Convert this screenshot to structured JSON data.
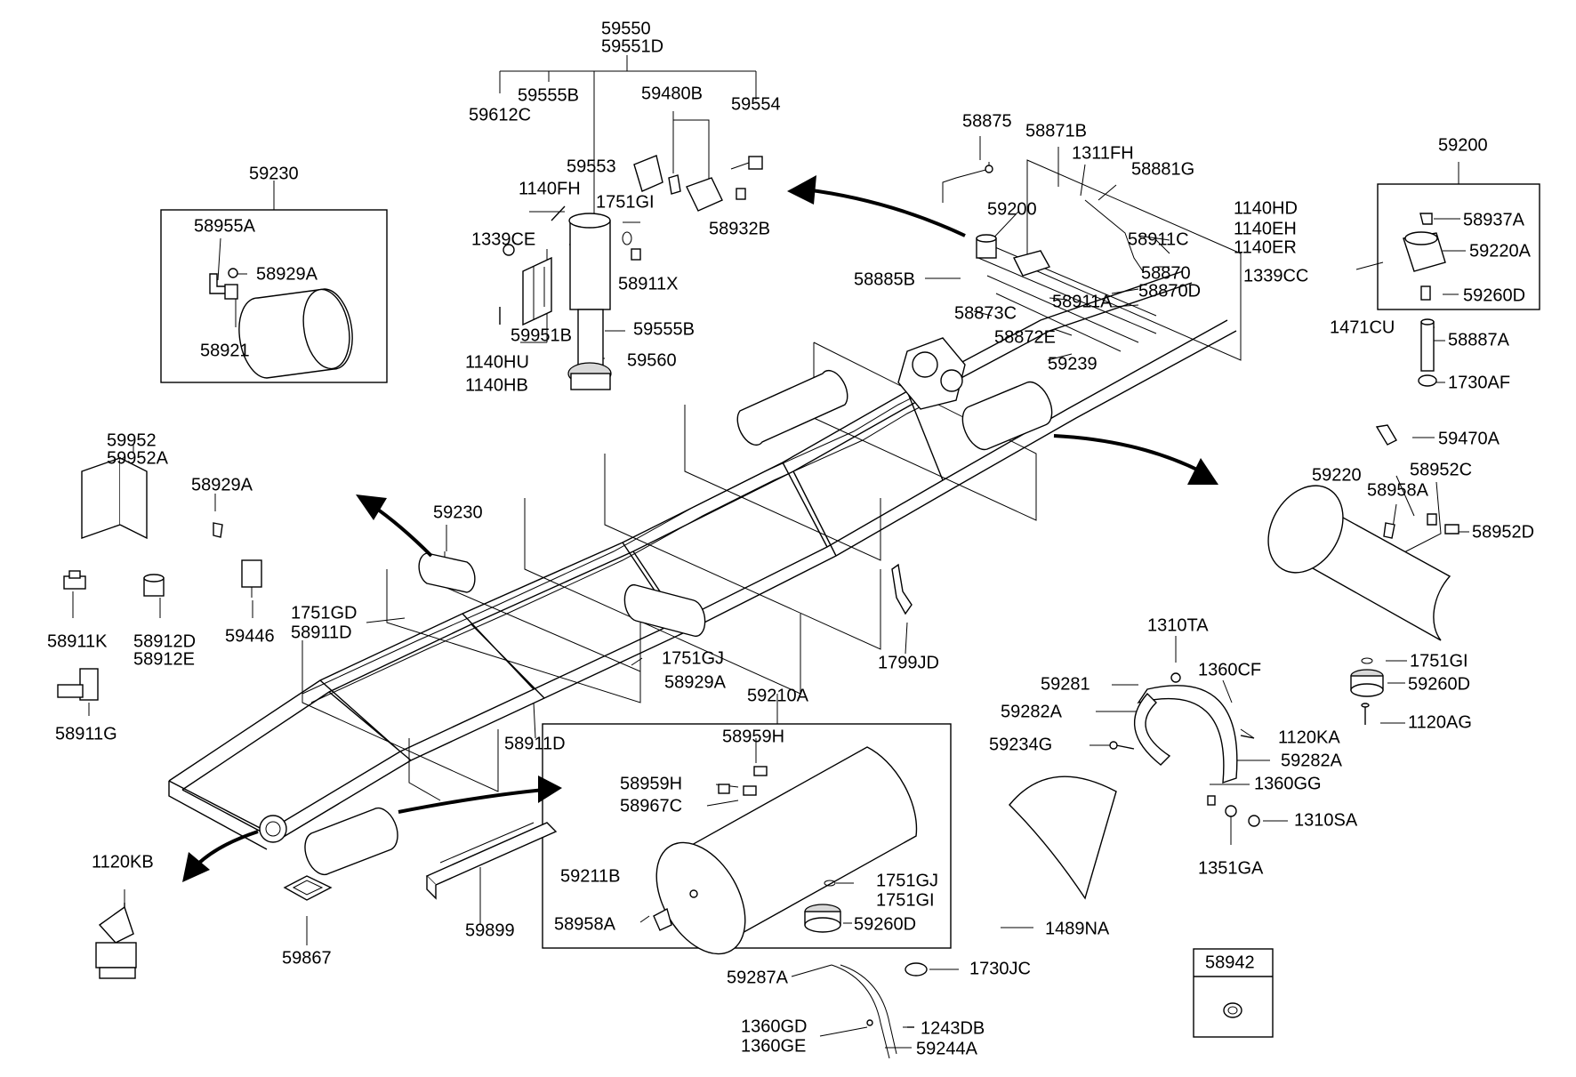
{
  "labels": {
    "l59550": "59550",
    "l59551D": "59551D",
    "l59555B_top": "59555B",
    "l59612C": "59612C",
    "l59480B": "59480B",
    "l59554": "59554",
    "l59553": "59553",
    "l1140FH": "1140FH",
    "l1751GI_top": "1751GI",
    "l58932B": "58932B",
    "l1339CE": "1339CE",
    "l58911X": "58911X",
    "l59951B": "59951B",
    "l59555B_mid": "59555B",
    "l1140HU": "1140HU",
    "l1140HB": "1140HB",
    "l59560": "59560",
    "l59230_top": "59230",
    "l58955A": "58955A",
    "l58929A_box": "58929A",
    "l58921": "58921",
    "l58875": "58875",
    "l58871B": "58871B",
    "l1311FH": "1311FH",
    "l58881G": "58881G",
    "l59200_mid": "59200",
    "l58911C": "58911C",
    "l1140HD": "1140HD",
    "l1140EH": "1140EH",
    "l1140ER": "1140ER",
    "l58885B": "58885B",
    "l58870": "58870",
    "l58870D": "58870D",
    "l58873C": "58873C",
    "l58911A": "58911A",
    "l58872E": "58872E",
    "l59239": "59239",
    "l1339CC": "1339CC",
    "l59200_right": "59200",
    "l58937A": "58937A",
    "l59220A": "59220A",
    "l59260D_box": "59260D",
    "l1471CU": "1471CU",
    "l58887A": "58887A",
    "l1730AF": "1730AF",
    "l59470A": "59470A",
    "l59220": "59220",
    "l58952C": "58952C",
    "l58958A_right": "58958A",
    "l58952D": "58952D",
    "l1751GI_right": "1751GI",
    "l59260D_right": "59260D",
    "l1120AG": "1120AG",
    "l59952": "59952",
    "l59952A": "59952A",
    "l58929A_left": "58929A",
    "l58911K": "58911K",
    "l58912D": "58912D",
    "l58912E": "58912E",
    "l59446": "59446",
    "l58911G": "58911G",
    "l59230_mid": "59230",
    "l1751GD": "1751GD",
    "l58911D_a": "58911D",
    "l1751GJ_mid": "1751GJ",
    "l58929A_mid": "58929A",
    "l58911D_b": "58911D",
    "l1799JD": "1799JD",
    "l1310TA": "1310TA",
    "l1360CF": "1360CF",
    "l59281": "59281",
    "l59282A_a": "59282A",
    "l1120KA": "1120KA",
    "l59234G": "59234G",
    "l59282A_b": "59282A",
    "l1360GG": "1360GG",
    "l1310SA": "1310SA",
    "l1351GA": "1351GA",
    "l59210A": "59210A",
    "l58959H_a": "58959H",
    "l58959H_b": "58959H",
    "l58967C": "58967C",
    "l59211B": "59211B",
    "l1751GJ_box": "1751GJ",
    "l1751GI_box": "1751GI",
    "l58958A_box": "58958A",
    "l59260D_box2": "59260D",
    "l1120KB": "1120KB",
    "l59867": "59867",
    "l59899": "59899",
    "l1489NA": "1489NA",
    "l59287A": "59287A",
    "l1730JC": "1730JC",
    "l1360GD": "1360GD",
    "l1360GE": "1360GE",
    "l1243DB": "1243DB",
    "l59244A": "59244A",
    "l58942": "58942"
  }
}
